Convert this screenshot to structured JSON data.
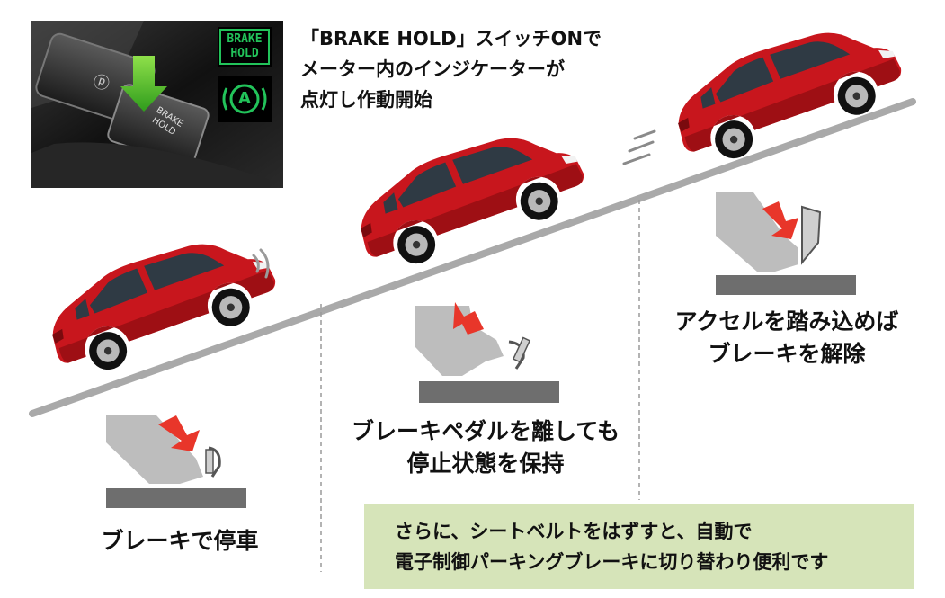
{
  "intro": {
    "lines": [
      "「BRAKE HOLD」スイッチONで",
      "メーター内のインジケーターが",
      "点灯し作動開始"
    ]
  },
  "switch_panel": {
    "button_text": "BRAKE\nHOLD",
    "p_symbol": "ⓟ"
  },
  "indicators": {
    "brake_hold_line1": "BRAKE",
    "brake_hold_line2": "HOLD",
    "auto_symbol": "A",
    "color": "#22c35a"
  },
  "steps": [
    {
      "lines": [
        "ブレーキで停車"
      ]
    },
    {
      "lines": [
        "ブレーキペダルを離しても",
        "停止状態を保持"
      ]
    },
    {
      "lines": [
        "アクセルを踏み込めば",
        "ブレーキを解除"
      ]
    }
  ],
  "note": {
    "lines": [
      "さらに、シートベルトをはずすと、自動で",
      "電子制御パーキングブレーキに切り替わり便利です"
    ],
    "background": "#d6e4b9"
  },
  "colors": {
    "car_body": "#c8161d",
    "arrow": "#e8362a",
    "pedal": "#bdbdbd",
    "floor": "#6e6e6e",
    "slope": "#a9a9a9"
  }
}
